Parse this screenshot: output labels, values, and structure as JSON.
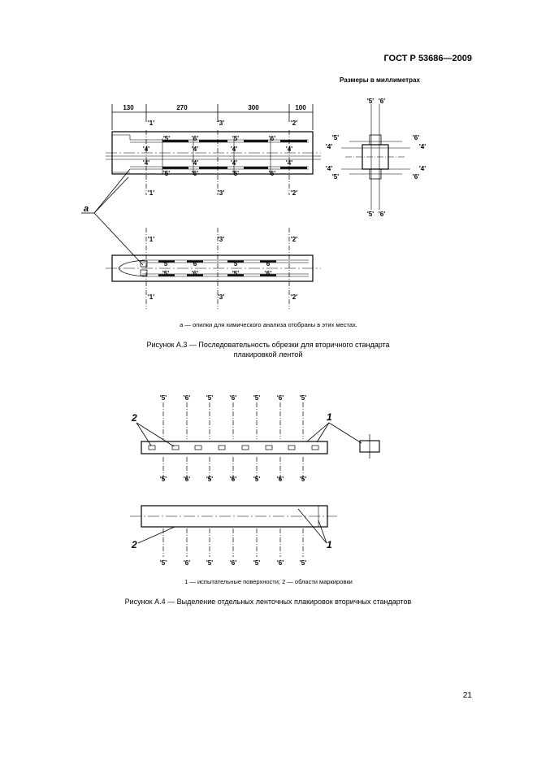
{
  "header": {
    "doc_number": "ГОСТ Р 53686—2009"
  },
  "fig_a3": {
    "units_note": "Размеры в миллиметрах",
    "dims": [
      "130",
      "270",
      "300",
      "100"
    ],
    "labels": {
      "l1": "'1'",
      "l2": "'2'",
      "l3": "'3'",
      "l4": "'4'",
      "l5": "'5'",
      "l6": "'6'",
      "la": "a"
    },
    "note": "a — опилки для химического анализа отобраны в этих местах.",
    "caption_line1": "Рисунок  А.3 — Последовательность обрезки для вторичного стандарта",
    "caption_line2": "плакировкой лентой"
  },
  "fig_a4": {
    "labels": {
      "l5": "'5'",
      "l6": "'6'",
      "n1": "1",
      "n2": "2"
    },
    "note": "1 — испытательные поверхности; 2 — области маркировки",
    "caption": "Рисунок  А.4 — Выделение отдельных ленточных плакировок вторичных стандартов"
  },
  "page_number": "21"
}
